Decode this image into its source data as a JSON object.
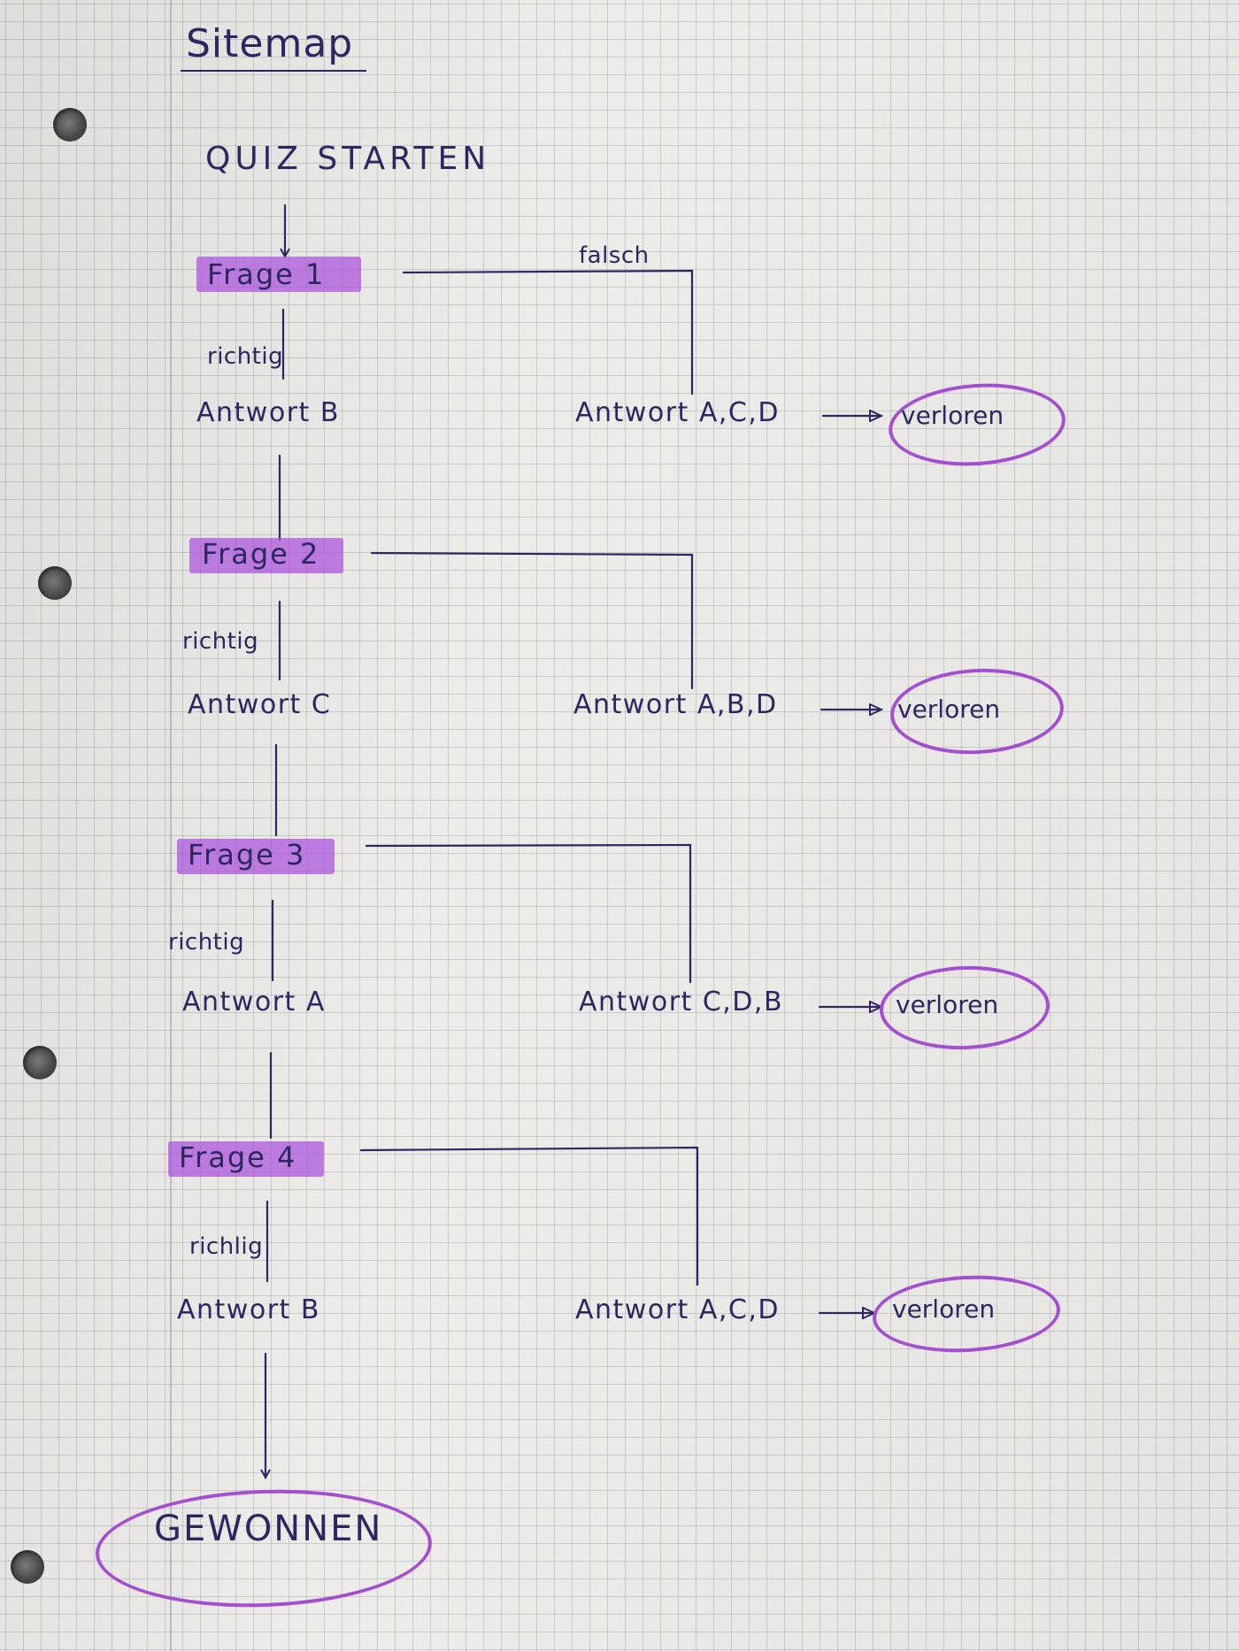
{
  "title": "Sitemap",
  "start": "QUIZ STARTEN",
  "wrong_label": "falsch",
  "questions": [
    {
      "label": "Frage 1",
      "correct_label": "richtig",
      "correct_answer": "Antwort B",
      "wrong_answers": "Antwort A,C,D",
      "outcome": "verloren"
    },
    {
      "label": "Frage 2",
      "correct_label": "richtig",
      "correct_answer": "Antwort C",
      "wrong_answers": "Antwort A,B,D",
      "outcome": "verloren"
    },
    {
      "label": "Frage 3",
      "correct_label": "richtig",
      "correct_answer": "Antwort A",
      "wrong_answers": "Antwort C,D,B",
      "outcome": "verloren"
    },
    {
      "label": "Frage 4",
      "correct_label": "richlig",
      "correct_answer": "Antwort B",
      "wrong_answers": "Antwort A,C,D",
      "outcome": "verloren"
    }
  ],
  "end": "GEWONNEN",
  "colors": {
    "ink": "#2d2660",
    "highlight": "#aa50dc",
    "circle": "#a24fd0",
    "paper": "#ecebe8"
  }
}
